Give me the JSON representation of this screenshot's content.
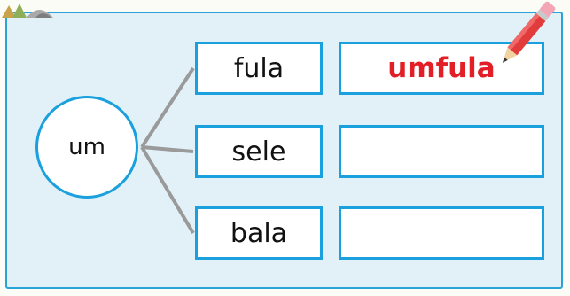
{
  "center_prefix": "um",
  "rows": [
    {
      "syllable": "fula",
      "answer": "umfula"
    },
    {
      "syllable": "sele",
      "answer": ""
    },
    {
      "syllable": "bala",
      "answer": ""
    }
  ],
  "colors": {
    "border": "#1aa0dc",
    "panel_bg": "#e2f1f8",
    "answer_text": "#e21f26",
    "connector": "#9a9a9a"
  },
  "icons": [
    "pencil-icon",
    "corner-decoration-icon"
  ]
}
